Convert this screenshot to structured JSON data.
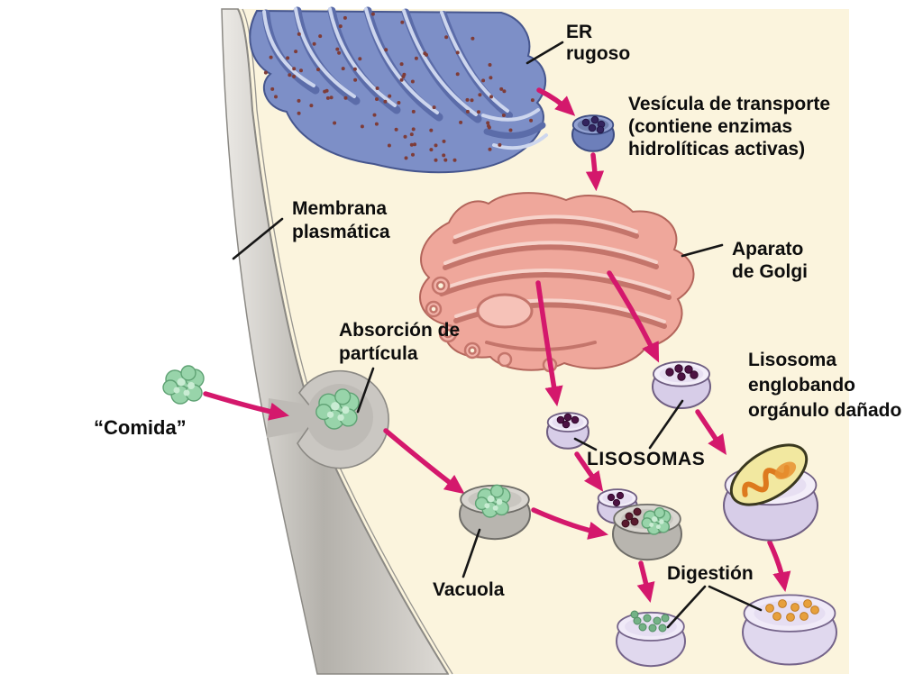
{
  "labels": {
    "er": {
      "line1": "ER",
      "line2": "rugoso"
    },
    "transport_vesicle": {
      "line1": "Vesícula de transporte",
      "line2": "(contiene enzimas",
      "line3": "hidrolíticas activas)"
    },
    "membrane": {
      "line1": "Membrana",
      "line2": "plasmática"
    },
    "golgi": {
      "line1": "Aparato",
      "line2": "de Golgi"
    },
    "absorption": {
      "line1": "Absorción de",
      "line2": "partícula"
    },
    "food": "“Comida”",
    "engulfing": {
      "line1": "Lisosoma",
      "line2": "englobando",
      "line3": "orgánulo dañado"
    },
    "lysosomes": "LISOSOMAS",
    "vacuole": "Vacuola",
    "digestion": "Digestión"
  },
  "colors": {
    "arrow": "#d4186c",
    "cytoplasm": "#fbf4dd",
    "er_blue": "#7d8fc7",
    "er_dark": "#5b6ca9",
    "er_light": "#cdd6ee",
    "ribosome": "#7e3c38",
    "golgi_pink": "#efa79b",
    "golgi_dark": "#c4756b",
    "golgi_light": "#f7d3cb",
    "membrane_gray": "#c6c3be",
    "lysosome_lavender": "#d7cde8",
    "food_green": "#98d4aa",
    "mito_yellow": "#f2e8a0",
    "mito_orange": "#dd7a1e",
    "label_text": "#0d0d0d"
  }
}
